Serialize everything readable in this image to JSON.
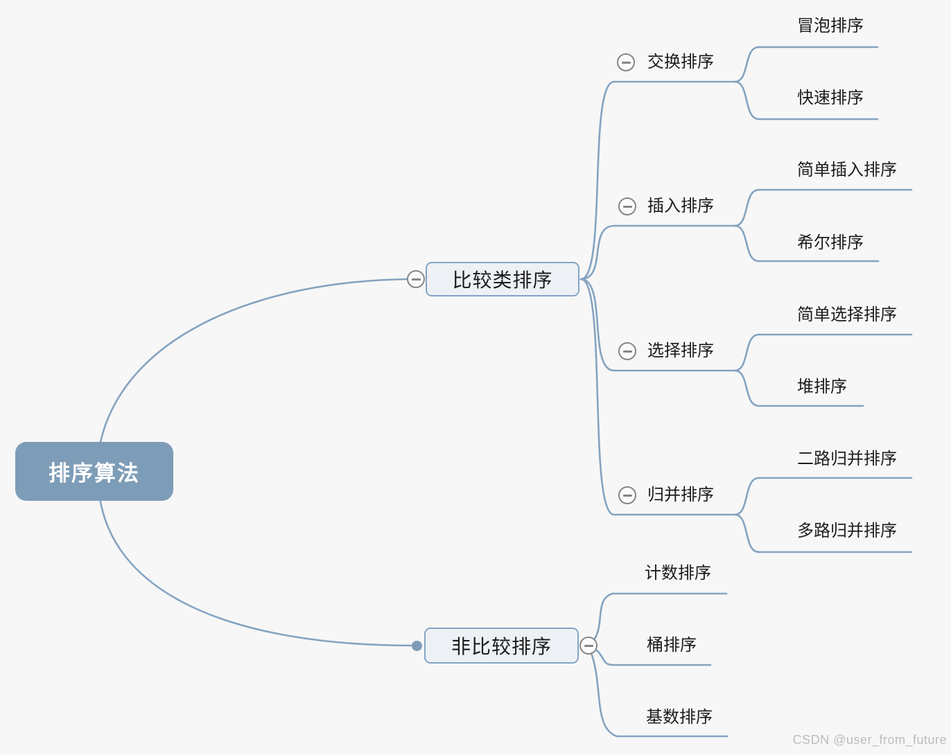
{
  "app": "mind-map",
  "background": "#f7f7f7",
  "colors": {
    "root_fill": "#7d9cb7",
    "root_text": "#ffffff",
    "branch_box_fill": "#edf1f6",
    "branch_box_border": "#84a4c4",
    "connector_line": "#84a3c0",
    "collapse_icon": "#868686",
    "topic_text": "#1c1c1c",
    "watermark_text": "#bcbcbc"
  },
  "icons": {
    "collapse": "minus-circle-icon",
    "branch_anchor": "filled-dot"
  },
  "mindmap": {
    "root": {
      "label": "排序算法"
    },
    "branches": [
      {
        "label": "比较类排序",
        "children": [
          {
            "label": "交换排序",
            "children": [
              {
                "label": "冒泡排序"
              },
              {
                "label": "快速排序"
              }
            ]
          },
          {
            "label": "插入排序",
            "children": [
              {
                "label": "简单插入排序"
              },
              {
                "label": "希尔排序"
              }
            ]
          },
          {
            "label": "选择排序",
            "children": [
              {
                "label": "简单选择排序"
              },
              {
                "label": "堆排序"
              }
            ]
          },
          {
            "label": "归并排序",
            "children": [
              {
                "label": "二路归并排序"
              },
              {
                "label": "多路归并排序"
              }
            ]
          }
        ]
      },
      {
        "label": "非比较排序",
        "children": [
          {
            "label": "计数排序"
          },
          {
            "label": "桶排序"
          },
          {
            "label": "基数排序"
          }
        ]
      }
    ]
  },
  "watermark": "CSDN @user_from_future"
}
